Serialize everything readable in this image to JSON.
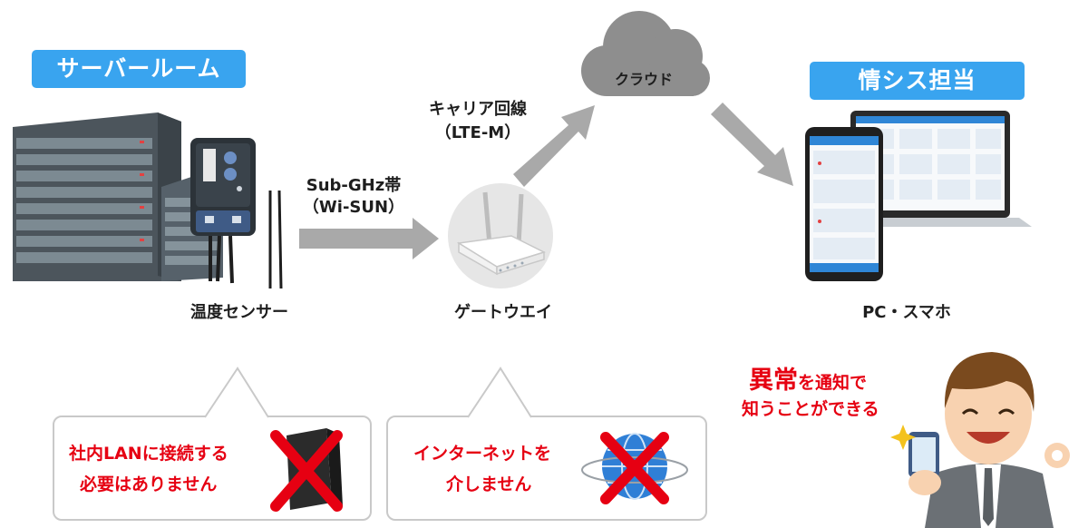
{
  "locations": {
    "server_room": "サーバールーム",
    "it_staff": "情シス担当"
  },
  "devices": {
    "sensor": "温度センサー",
    "gateway": "ゲートウエイ",
    "pc_phone": "PC・スマホ",
    "cloud": "クラウド"
  },
  "links": {
    "subghz_line1": "Sub-GHz帯",
    "subghz_line2": "（Wi-SUN）",
    "carrier_line1": "キャリア回線",
    "carrier_line2": "（LTE-M）"
  },
  "callouts": {
    "lan_line1": "社内LANに接続する",
    "lan_line2": "必要はありません",
    "internet_line1": "インターネットを",
    "internet_line2": "介しません"
  },
  "alert": {
    "strong": "異常",
    "rest": "を通知で",
    "line2": "知うことができる"
  },
  "colors": {
    "accent_blue": "#39a4ef",
    "alert_red": "#e60012",
    "arrow_gray": "#a9a9a9",
    "cross_red": "#e60012"
  }
}
